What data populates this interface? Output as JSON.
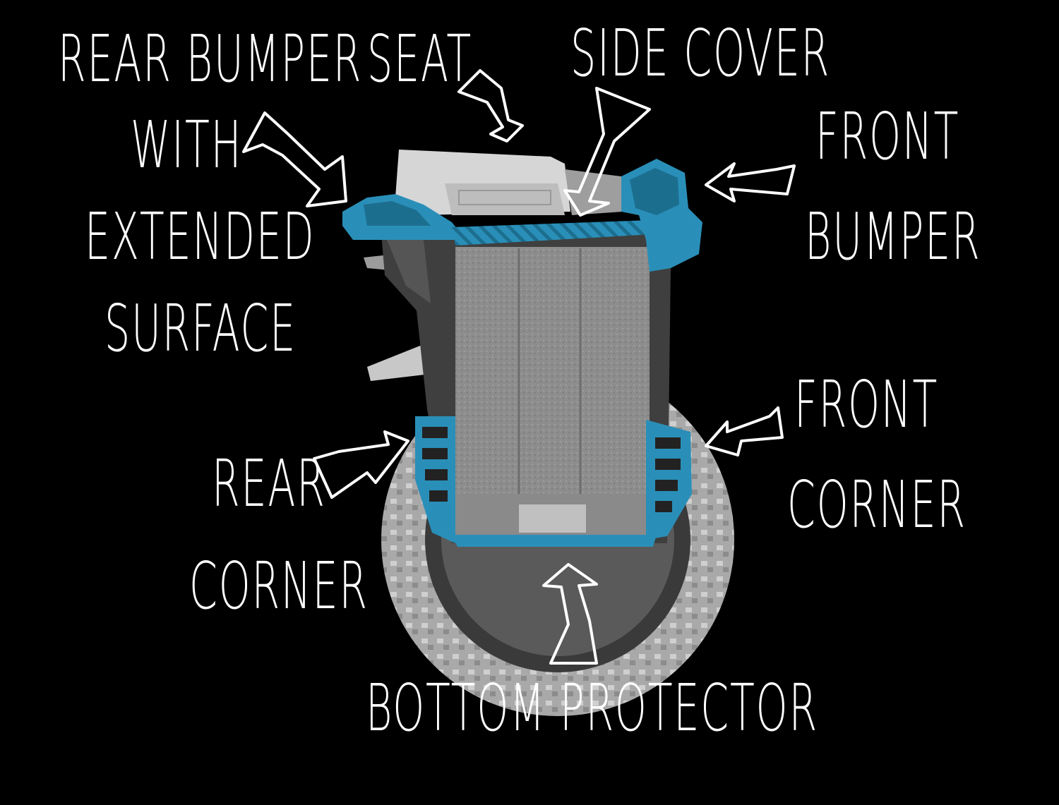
{
  "labels": {
    "rear_bumper": [
      "Rear bumper",
      "With",
      "Extended",
      "Surface"
    ],
    "seat": "Seat",
    "side_cover": "side cover",
    "front_bumper": [
      "Front",
      "bumper"
    ],
    "rear_corner": [
      "Rear",
      "Corner"
    ],
    "front_corner": [
      "Front",
      "Corner"
    ],
    "bottom_protector": "Bottom protector"
  },
  "colors": {
    "background": "#000000",
    "accent_blue": "#2a8fb8",
    "body_gray": "#8a8a8a",
    "tire_gray": "#b4b4b4",
    "label": "#ffffff"
  }
}
